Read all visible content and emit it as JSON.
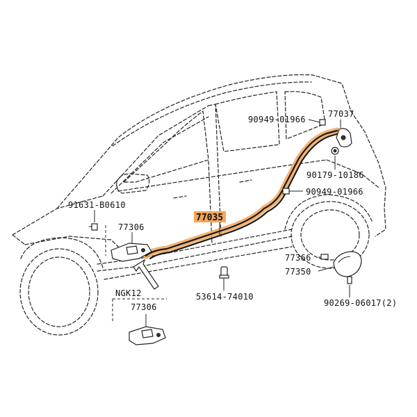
{
  "colors": {
    "highlight": "#f2a65a",
    "ink": "#222222",
    "background": "#ffffff"
  },
  "parts": {
    "p77037": "77037",
    "p90949_top": "90949-01966",
    "p90179": "90179-10186",
    "p90949_mid": "90949-01966",
    "p91631": "91631-B0610",
    "p77306_top": "77306",
    "p77035": "77035",
    "p77366": "77366",
    "p77350": "77350",
    "p53614": "53614-74010",
    "p90269": "90269-06017(2)",
    "variant_code": "NGK12",
    "p77306_bottom": "77306"
  }
}
